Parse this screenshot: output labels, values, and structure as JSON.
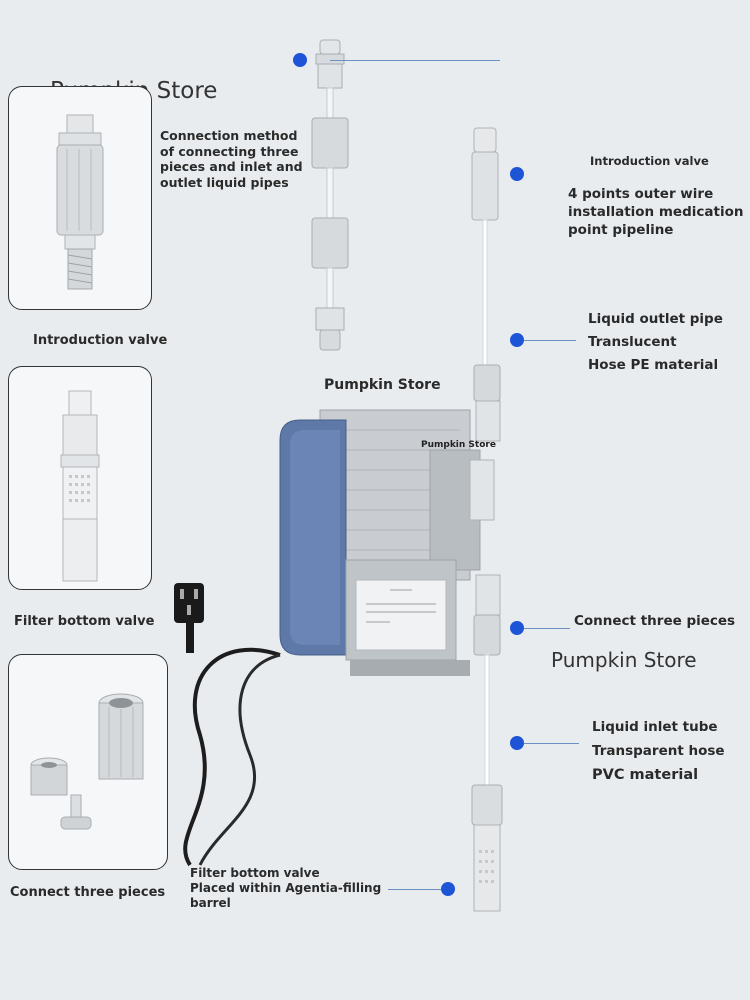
{
  "watermarks": {
    "top_left": "Pumpkin Store",
    "center": "Pumpkin Store",
    "pump_label": "Pumpkin Store",
    "right": "Pumpkin Store"
  },
  "left_cards": [
    {
      "caption": "Introduction valve"
    },
    {
      "caption": "Filter bottom valve"
    },
    {
      "caption": "Connect three pieces"
    }
  ],
  "callouts": {
    "connection_method": [
      "Connection method",
      "of connecting three",
      "pieces and inlet and",
      "outlet liquid pipes"
    ],
    "intro_valve_title": "Introduction valve",
    "intro_valve_desc": [
      "4 points outer wire",
      "installation medication",
      "point pipeline"
    ],
    "outlet_pipe": [
      "Liquid outlet pipe",
      "Translucent",
      "Hose PE material"
    ],
    "connect_three": "Connect three pieces",
    "inlet_tube": [
      "Liquid inlet tube",
      "Transparent hose",
      "PVC material"
    ],
    "filter_bottom": [
      "Filter bottom valve",
      "Placed within Agentia-filling",
      "barrel"
    ]
  },
  "colors": {
    "dot": "#1e55d6",
    "line": "#6c8fc4",
    "pump_cover": "#5e79a8",
    "plastic": "#d8dcdf"
  }
}
